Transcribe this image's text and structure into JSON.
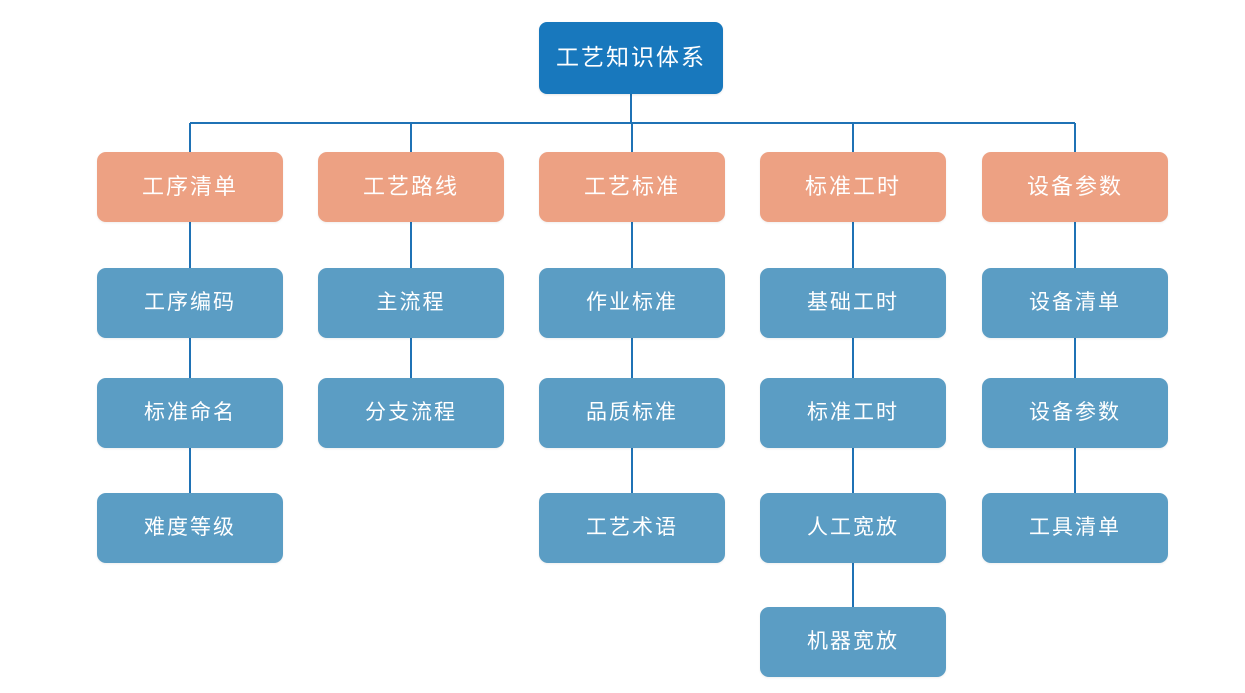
{
  "diagram": {
    "title": "工艺知识体系",
    "type": "tree-org-chart",
    "colors": {
      "root": "#1878bd",
      "level1": "#eda183",
      "level2": "#5b9dc4",
      "connector": "#1f72b5",
      "background": "#ffffff",
      "text": "#ffffff"
    },
    "root": {
      "label": "工艺知识体系"
    },
    "branches": [
      {
        "label": "工序清单",
        "children": [
          {
            "label": "工序编码"
          },
          {
            "label": "标准命名"
          },
          {
            "label": "难度等级"
          }
        ]
      },
      {
        "label": "工艺路线",
        "children": [
          {
            "label": "主流程"
          },
          {
            "label": "分支流程"
          }
        ]
      },
      {
        "label": "工艺标准",
        "children": [
          {
            "label": "作业标准"
          },
          {
            "label": "品质标准"
          },
          {
            "label": "工艺术语"
          }
        ]
      },
      {
        "label": "标准工时",
        "children": [
          {
            "label": "基础工时"
          },
          {
            "label": "标准工时"
          },
          {
            "label": "人工宽放"
          },
          {
            "label": "机器宽放"
          }
        ]
      },
      {
        "label": "设备参数",
        "children": [
          {
            "label": "设备清单"
          },
          {
            "label": "设备参数"
          },
          {
            "label": "工具清单"
          }
        ]
      }
    ]
  }
}
